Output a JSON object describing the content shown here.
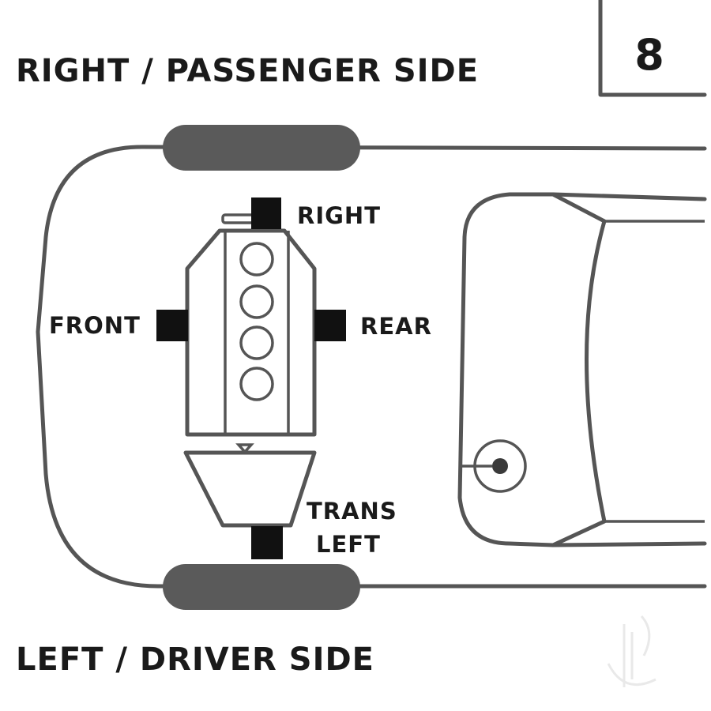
{
  "page_number": "8",
  "labels": {
    "top_side": "RIGHT / PASSENGER SIDE",
    "bottom_side": "LEFT / DRIVER SIDE",
    "mount_right": "RIGHT",
    "mount_front": "FRONT",
    "mount_rear": "REAR",
    "mount_trans_line1": "TRANS",
    "mount_trans_line2": "LEFT"
  },
  "colors": {
    "outline": "#555555",
    "wheel": "#5a5a5a",
    "mount": "#111111",
    "text": "#1a1a1a"
  },
  "cylinders": 4
}
